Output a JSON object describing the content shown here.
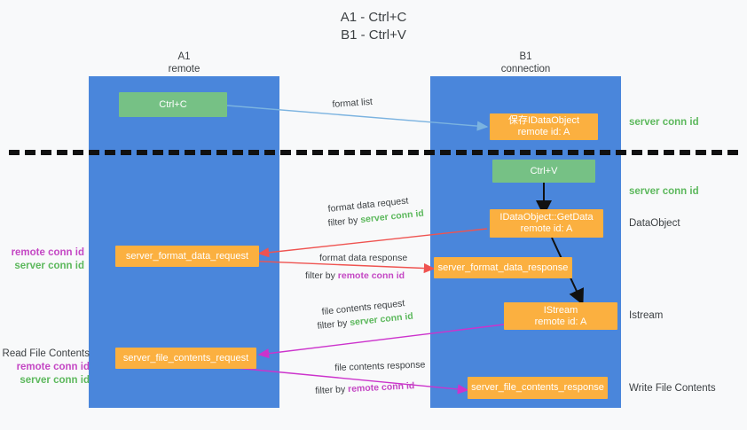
{
  "title": {
    "line1": "A1 - Ctrl+C",
    "line2": "B1 - Ctrl+V"
  },
  "lanes": [
    {
      "name": "A1",
      "sub": "remote",
      "color": "#4a86db"
    },
    {
      "name": "B1",
      "sub": "connection",
      "color": "#4a86db"
    }
  ],
  "colors": {
    "lane": "#4a86db",
    "green_box": "#76c185",
    "orange_box": "#fbb040",
    "server_conn": "#5cb85c",
    "remote_conn": "#c447c4",
    "arrow_blue": "#7bb3e0",
    "arrow_red": "#ef5350",
    "arrow_magenta": "#cc33cc",
    "arrow_black": "#111111",
    "text": "#3c4043"
  },
  "boxes": [
    {
      "id": "ctrl-c",
      "line1": "Ctrl+C",
      "line2": "",
      "kind": "green"
    },
    {
      "id": "save-idataobject",
      "line1": "保存IDataObject",
      "line2": "remote id: A",
      "kind": "orange"
    },
    {
      "id": "ctrl-v",
      "line1": "Ctrl+V",
      "line2": "",
      "kind": "green"
    },
    {
      "id": "idataobject-getdata",
      "line1": "IDataObject::GetData",
      "line2": "remote id: A",
      "kind": "orange"
    },
    {
      "id": "server-format-data-request",
      "line1": "server_format_data_request",
      "line2": "",
      "kind": "orange"
    },
    {
      "id": "server-format-data-response",
      "line1": "server_format_data_response",
      "line2": "",
      "kind": "orange"
    },
    {
      "id": "istream",
      "line1": "IStream",
      "line2": "remote id: A",
      "kind": "orange"
    },
    {
      "id": "server-file-contents-request",
      "line1": "server_file_contents_request",
      "line2": "",
      "kind": "orange"
    },
    {
      "id": "server-file-contents-response",
      "line1": "server_file_contents_response",
      "line2": "",
      "kind": "orange"
    }
  ],
  "right_labels": {
    "server_conn_top": "server conn id",
    "server_conn_second": "server conn id",
    "dataobject": "DataObject",
    "istream": "Istream",
    "write_file_contents": "Write File Contents"
  },
  "left_labels": {
    "group1_remote": "remote conn id",
    "group1_server": "server conn id",
    "read_file_contents": "Read File Contents",
    "group2_remote": "remote conn id",
    "group2_server": "server conn id"
  },
  "edges": {
    "format_list": "format list",
    "format_data_request": "format data request",
    "format_data_request_filter_prefix": "filter by ",
    "format_data_request_filter_key": "server conn id",
    "format_data_response": "format data response",
    "format_data_response_filter_prefix": "filter by ",
    "format_data_response_filter_key": "remote conn id",
    "file_contents_request": "file contents request",
    "file_contents_request_filter_prefix": "filter by ",
    "file_contents_request_filter_key": "server conn id",
    "file_contents_response": "file contents response",
    "file_contents_response_filter_prefix": "filter by ",
    "file_contents_response_filter_key": "remote conn id"
  }
}
